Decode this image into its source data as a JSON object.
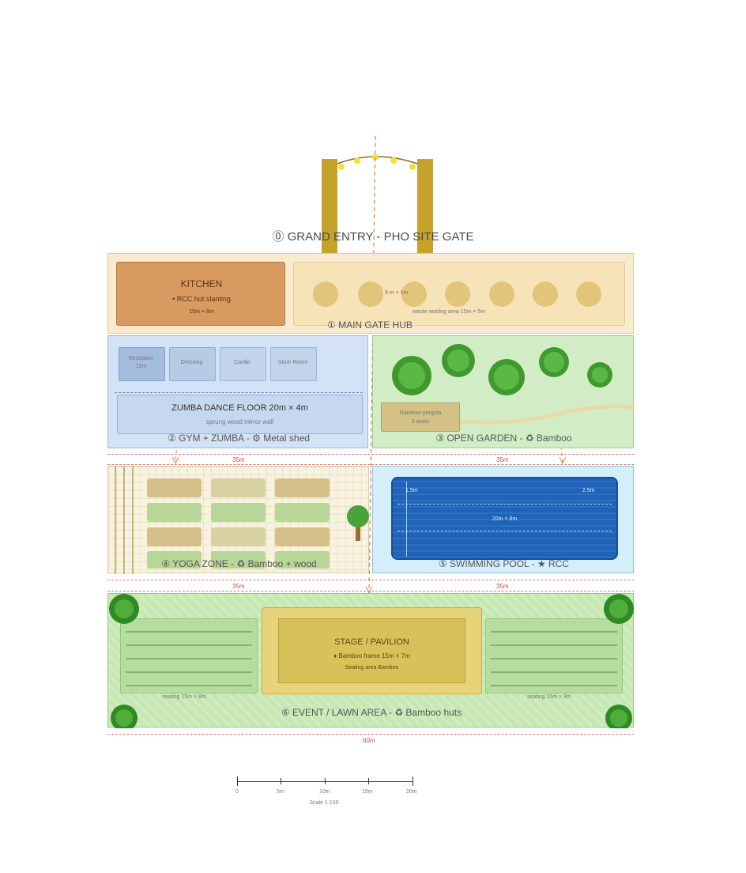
{
  "gate": {
    "label": "⓪ GRAND ENTRY - PHO SITE GATE"
  },
  "kitchen": {
    "title": "KITCHEN",
    "line1": "• RCC  hut  slanting",
    "line2": "15m × 8m"
  },
  "hub": {
    "caption": "waste  seating  area   15m × 5m",
    "marker": "8 m × 5m",
    "label": "① MAIN GATE HUB"
  },
  "gym": {
    "rooms": [
      "Reception\n15m",
      "Dressing",
      "Cardio",
      "Store Room"
    ],
    "dance_title": "ZUMBA DANCE FLOOR  20m × 4m",
    "dance_sub": "sprung wood   mirror wall",
    "label": "② GYM + ZUMBA - ⚙ Metal shed"
  },
  "garden": {
    "sign": "Rainbow pergola\n3 seats",
    "label": "③ OPEN GARDEN - ♻ Bamboo"
  },
  "dims": {
    "row1_left": "35m",
    "row1_right": "35m",
    "row2_left": "35m",
    "row2_right": "35m",
    "total": "60m"
  },
  "yoga": {
    "label": "④ YOGA ZONE - ♻ Bamboo + wood"
  },
  "pool": {
    "lane_left": "1.5m",
    "lane_right": "2.5m",
    "size": "20m × 8m",
    "label": "⑤ SWIMMING POOL - ★ RCC"
  },
  "event": {
    "stage_title": "STAGE / PAVILION",
    "stage_line1": "♦ Bamboo frame  15m × 7m",
    "stage_line2": "Seating  area    Bamboo",
    "seating_left": "seating  15m × 8m",
    "seating_right": "seating  15m × 8m",
    "label": "⑥ EVENT / LAWN AREA - ♻ Bamboo huts"
  },
  "scale": {
    "ticks": [
      "0",
      "5m",
      "10m",
      "15m",
      "20m"
    ],
    "caption": "Scale 1:100"
  },
  "colors": {
    "kitchen": "#d89a60",
    "hub": "#f6e3b8",
    "gym": "#d3e2f4",
    "garden": "#d2edc6",
    "yoga": "#f7f3e0",
    "pool_bg": "#d4eefa",
    "pool": "#1f64b9",
    "event": "#c7e8b4",
    "stage": "#e7d37a"
  }
}
